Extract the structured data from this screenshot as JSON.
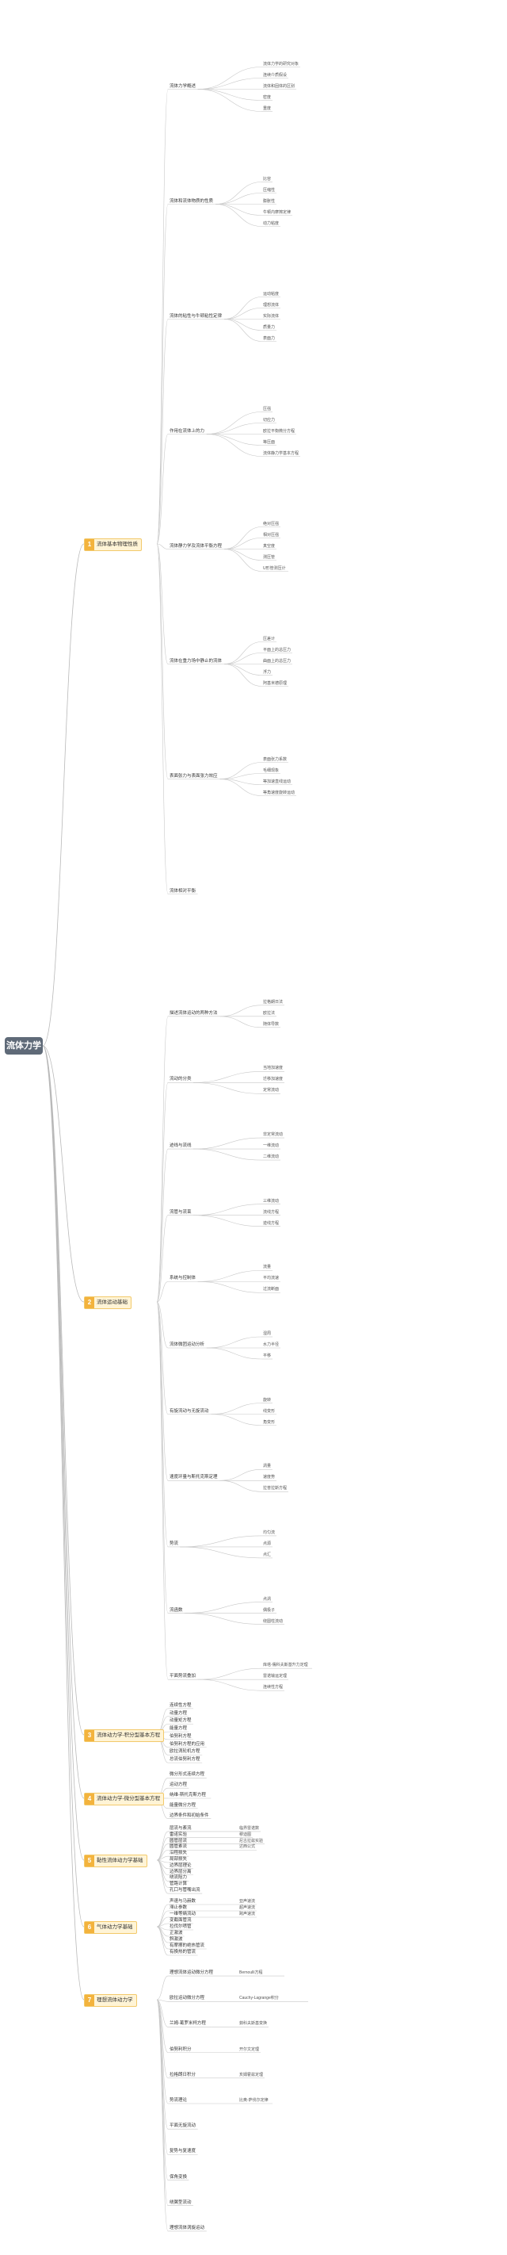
{
  "root": {
    "title": "流体力学"
  },
  "branches": [
    {
      "num": "1",
      "label": "流体基本物理性质"
    },
    {
      "num": "2",
      "label": "流体运动基础"
    },
    {
      "num": "3",
      "label": "流体动力学-积分型基本方程"
    },
    {
      "num": "4",
      "label": "流体动力学-微分型基本方程"
    },
    {
      "num": "5",
      "label": "黏性流体动力学基础"
    },
    {
      "num": "6",
      "label": "气体动力学基础"
    },
    {
      "num": "7",
      "label": "理想流体动力学"
    }
  ],
  "b1_subs": [
    "流体力学概述",
    "流体和流体物质的性质",
    "流体的粘性与牛顿粘性定律",
    "作用在流体上的力",
    "流体静力学及流体平衡方程",
    "流体在重力场中静止的流体",
    "表面张力与表面张力效应",
    "流体相对平衡"
  ],
  "b1_details": [
    "流体力学的研究对象",
    "连续介质假设",
    "流体和固体的区别",
    "密度",
    "重度",
    "比容",
    "压缩性",
    "膨胀性",
    "牛顿内摩擦定律",
    "动力粘度",
    "运动粘度",
    "理想流体",
    "实际流体",
    "质量力",
    "表面力",
    "压强",
    "切应力",
    "欧拉平衡微分方程",
    "等压面",
    "流体静力学基本方程",
    "绝对压强",
    "相对压强",
    "真空度",
    "测压管",
    "U形管测压计",
    "压差计",
    "平面上的总压力",
    "曲面上的总压力",
    "浮力",
    "阿基米德原理",
    "表面张力系数",
    "毛细现象",
    "等加速直线运动",
    "等角速度旋转运动"
  ],
  "b2_subs": [
    "描述流体运动的两种方法",
    "流动的分类",
    "迹线与流线",
    "流管与流束",
    "系统与控制体",
    "流体微团运动分析",
    "有旋流动与无旋流动",
    "速度环量与斯托克斯定理",
    "势流",
    "流函数",
    "平面势流叠加"
  ],
  "b2_details": [
    "拉格朗日法",
    "欧拉法",
    "随体导数",
    "当地加速度",
    "迁移加速度",
    "定常流动",
    "非定常流动",
    "一维流动",
    "二维流动",
    "三维流动",
    "流线方程",
    "迹线方程",
    "流量",
    "平均流速",
    "过流断面",
    "湿周",
    "水力半径",
    "平移",
    "旋转",
    "线变形",
    "角变形",
    "涡量",
    "速度势",
    "拉普拉斯方程",
    "均匀流",
    "点源",
    "点汇",
    "点涡",
    "偶极子",
    "绕圆柱流动",
    "库塔-儒科夫斯基升力定理",
    "雷诺输运定理",
    "连续性方程"
  ],
  "b3_items": [
    "连续性方程",
    "动量方程",
    "动量矩方程",
    "能量方程",
    "伯努利方程",
    "伯努利方程的应用",
    "欧拉涡轮机方程",
    "总流伯努利方程"
  ],
  "b4_items": [
    "微分形式连续方程",
    "运动方程",
    "纳维-斯托克斯方程",
    "能量微分方程",
    "边界条件和初始条件"
  ],
  "b5_subs": [
    "层流与紊流",
    "雷诺实验",
    "圆管层流",
    "圆管紊流",
    "沿程损失",
    "局部损失",
    "边界层理论",
    "边界层分离",
    "绕流阻力",
    "管路计算",
    "孔口与管嘴出流"
  ],
  "b5_details": [
    "临界雷诺数",
    "穆迪图",
    "尼古拉兹实验",
    "达西公式"
  ],
  "b6_subs": [
    "声速与马赫数",
    "滞止参数",
    "一维等熵流动",
    "变截面管流",
    "拉伐尔喷管",
    "正激波",
    "斜激波",
    "有摩擦的绝热管流",
    "有换热的管流"
  ],
  "b6_details": [
    "亚声速流",
    "超声速流",
    "跨声速流"
  ],
  "b7_subs": [
    "理想流体运动微分方程",
    "欧拉运动微分方程",
    "兰姆-葛罗米柯方程",
    "伯努利积分",
    "拉格朗日积分",
    "势流理论",
    "平面无旋流动",
    "复势与复速度",
    "保角变换",
    "绕翼型流动",
    "理想流体涡旋运动"
  ],
  "b7_details": [
    "Bernoulli方程",
    "Cauchy-Lagrange积分",
    "茹科夫斯基变换",
    "开尔文定理",
    "亥姆霍兹定理",
    "比奥-萨伐尔定律"
  ]
}
